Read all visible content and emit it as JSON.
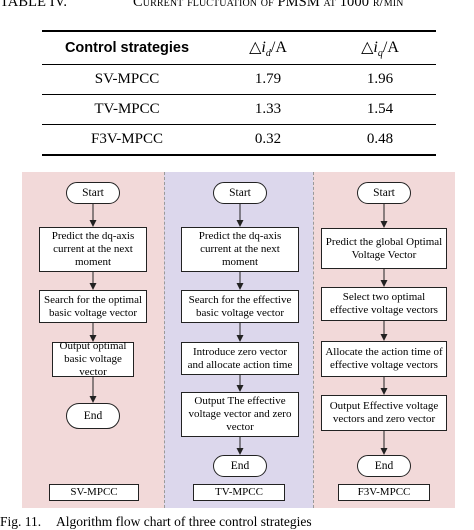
{
  "table": {
    "caption_number": "TABLE IV.",
    "caption_text": "Current fluctuation of PMSM at 1000 r/min",
    "headers": [
      "Control strategies",
      "△",
      "i",
      "d",
      "/A",
      "△",
      "i",
      "q",
      "/A"
    ],
    "rows": [
      [
        "SV-MPCC",
        "1.79",
        "1.96"
      ],
      [
        "TV-MPCC",
        "1.33",
        "1.54"
      ],
      [
        "F3V-MPCC",
        "0.32",
        "0.48"
      ]
    ]
  },
  "flowcharts": [
    {
      "label": "SV-MPCC",
      "nodes": [
        "Start",
        "Predict the dq-axis current at the next moment",
        "Search for the optimal basic voltage vector",
        "Output optimal basic voltage vector",
        "End"
      ]
    },
    {
      "label": "TV-MPCC",
      "nodes": [
        "Start",
        "Predict the dq-axis current at the next moment",
        "Search for the effective basic voltage vector",
        "Introduce zero vector and allocate action time",
        "Output The effective voltage vector and zero vector",
        "End"
      ]
    },
    {
      "label": "F3V-MPCC",
      "nodes": [
        "Start",
        "Predict the global Optimal Voltage Vector",
        "Select two optimal effective voltage vectors",
        "Allocate the action time of effective voltage vectors",
        "Output Effective voltage vectors and zero vector",
        "End"
      ]
    }
  ],
  "colors": {
    "panel_pink": "#f2d9d9",
    "panel_lavender": "#dcd7ec"
  },
  "figure": {
    "caption_number": "Fig. 11.",
    "caption_text": "Algorithm flow chart of three control strategies"
  }
}
